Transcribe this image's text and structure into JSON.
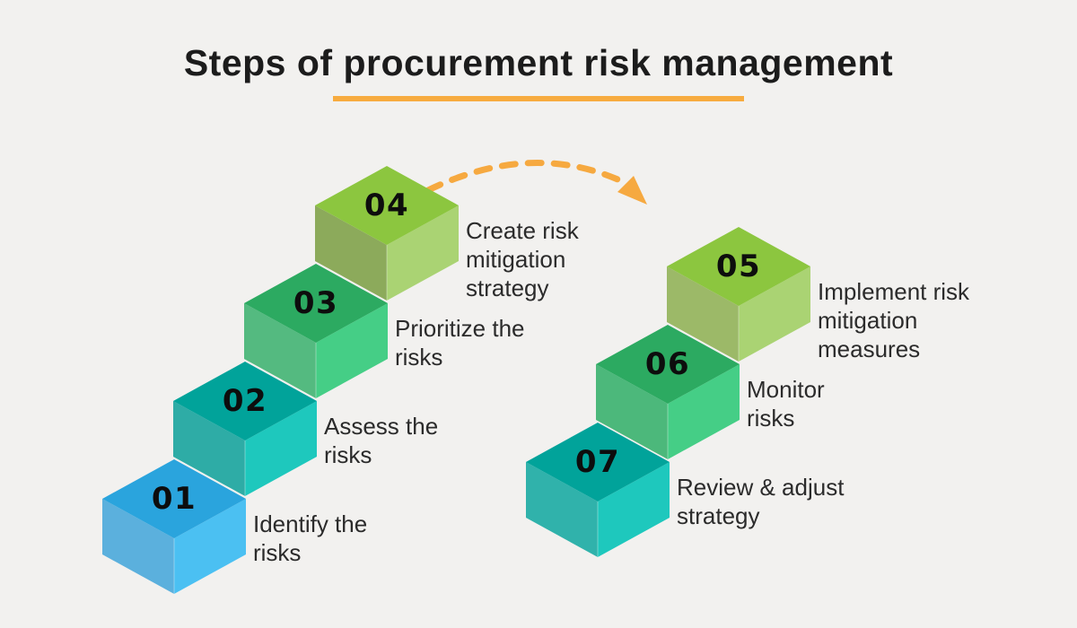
{
  "title": "Steps of procurement risk management",
  "accent": {
    "underline_color": "#f7ab3f",
    "arrow_color": "#f6a940"
  },
  "background_color": "#f2f1ef",
  "steps": [
    {
      "number": "01",
      "label_lines": [
        "Identify the",
        "risks"
      ],
      "colors": {
        "top": "#2aa4dd",
        "left": "#5bb0dd",
        "right": "#4bc0f2"
      }
    },
    {
      "number": "02",
      "label_lines": [
        "Assess the",
        "risks"
      ],
      "colors": {
        "top": "#01a39a",
        "left": "#2eaca6",
        "right": "#1ec8bd"
      }
    },
    {
      "number": "03",
      "label_lines": [
        "Prioritize the",
        "risks"
      ],
      "colors": {
        "top": "#2caa61",
        "left": "#54ba80",
        "right": "#45ce86"
      }
    },
    {
      "number": "04",
      "label_lines": [
        "Create risk",
        "mitigation",
        "strategy"
      ],
      "colors": {
        "top": "#8cc63f",
        "left": "#8caa5b",
        "right": "#aad373"
      }
    },
    {
      "number": "05",
      "label_lines": [
        "Implement risk",
        "mitigation",
        "measures"
      ],
      "colors": {
        "top": "#8cc63f",
        "left": "#9cb968",
        "right": "#aad373"
      }
    },
    {
      "number": "06",
      "label_lines": [
        "Monitor",
        "risks"
      ],
      "colors": {
        "top": "#2caa61",
        "left": "#4cb87b",
        "right": "#45ce86"
      }
    },
    {
      "number": "07",
      "label_lines": [
        "Review & adjust",
        "strategy"
      ],
      "colors": {
        "top": "#01a39a",
        "left": "#30b2ab",
        "right": "#1ec8bd"
      }
    }
  ]
}
